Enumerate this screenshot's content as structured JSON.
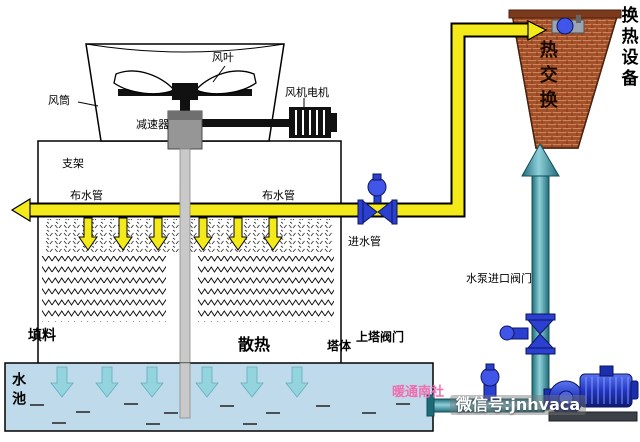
{
  "labels": {
    "fan_blade": "风叶",
    "fan_duct": "风筒",
    "fan_motor": "风机电机",
    "reducer": "减速器",
    "support": "支架",
    "water_dist_pipe_left": "布水管",
    "water_dist_pipe_right": "布水管",
    "inlet_pipe": "进水管",
    "fill_material": "填料",
    "heat_dissipation": "散热",
    "tower_body": "塔体",
    "upper_tower_valve": "上塔阀门",
    "pool": "水池",
    "pump_inlet_valve": "水泵进口阀门",
    "heat_exchange": "热交换",
    "heat_exchange_equipment": "换热设备"
  },
  "watermarks": {
    "brand": "暖通南社",
    "wechat": "微信号:jnhvaca"
  },
  "colors": {
    "pipe_yellow": "#f4ea1a",
    "pipe_teal": "#2e8f9e",
    "exchanger_brown": "#a5512b",
    "pool_blue": "#bfdaea",
    "arrow_cyan": "#93d4de",
    "valve_blue": "#2b3fd0",
    "pump_blue": "#1b2fae",
    "watermark_pink": "#f06eb0"
  }
}
